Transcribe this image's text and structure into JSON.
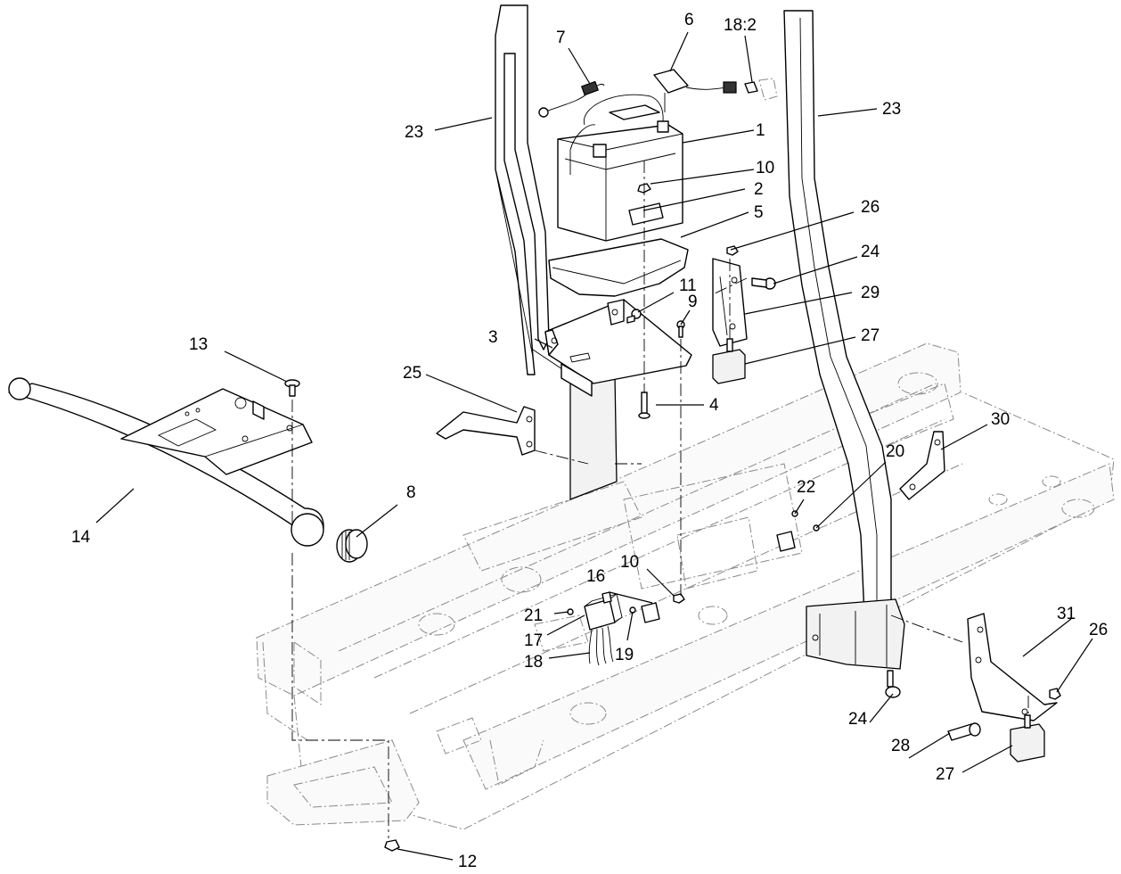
{
  "callouts": [
    {
      "id": "c1",
      "text": "1"
    },
    {
      "id": "c2",
      "text": "2"
    },
    {
      "id": "c3",
      "text": "3"
    },
    {
      "id": "c4",
      "text": "4"
    },
    {
      "id": "c5",
      "text": "5"
    },
    {
      "id": "c6",
      "text": "6"
    },
    {
      "id": "c7",
      "text": "7"
    },
    {
      "id": "c8",
      "text": "8"
    },
    {
      "id": "c9",
      "text": "9"
    },
    {
      "id": "c10a",
      "text": "10"
    },
    {
      "id": "c10b",
      "text": "10"
    },
    {
      "id": "c11",
      "text": "11"
    },
    {
      "id": "c12",
      "text": "12"
    },
    {
      "id": "c13",
      "text": "13"
    },
    {
      "id": "c14",
      "text": "14"
    },
    {
      "id": "c16",
      "text": "16"
    },
    {
      "id": "c17",
      "text": "17"
    },
    {
      "id": "c18",
      "text": "18"
    },
    {
      "id": "c18_2",
      "text": "18:2"
    },
    {
      "id": "c19",
      "text": "19"
    },
    {
      "id": "c20",
      "text": "20"
    },
    {
      "id": "c21",
      "text": "21"
    },
    {
      "id": "c22",
      "text": "22"
    },
    {
      "id": "c23a",
      "text": "23"
    },
    {
      "id": "c23b",
      "text": "23"
    },
    {
      "id": "c24a",
      "text": "24"
    },
    {
      "id": "c24b",
      "text": "24"
    },
    {
      "id": "c25",
      "text": "25"
    },
    {
      "id": "c26a",
      "text": "26"
    },
    {
      "id": "c26b",
      "text": "26"
    },
    {
      "id": "c27a",
      "text": "27"
    },
    {
      "id": "c27b",
      "text": "27"
    },
    {
      "id": "c28",
      "text": "28"
    },
    {
      "id": "c29",
      "text": "29"
    },
    {
      "id": "c30",
      "text": "30"
    },
    {
      "id": "c31",
      "text": "31"
    }
  ]
}
